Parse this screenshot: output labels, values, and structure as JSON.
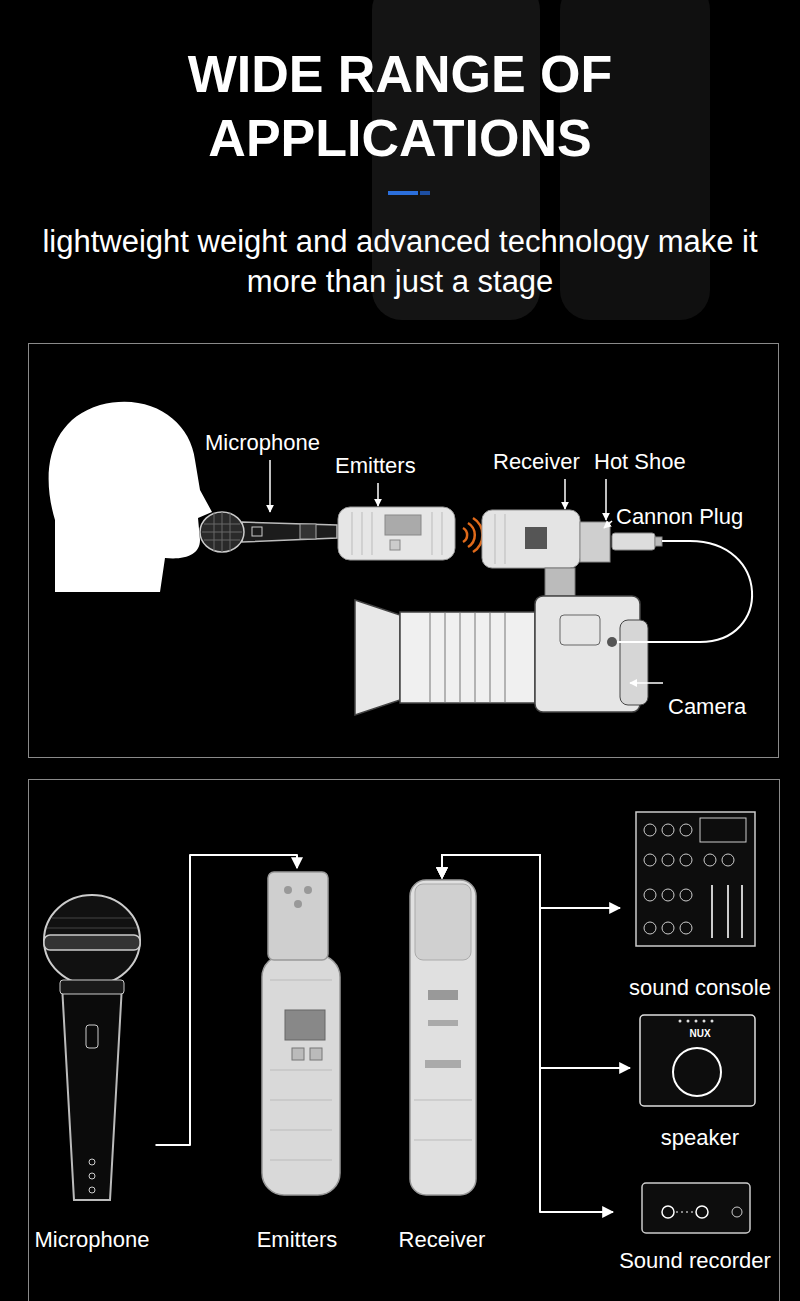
{
  "diagram": {
    "title": "WIDE RANGE OF APPLICATIONS",
    "nodes": [
      {
        "text": [
          "Microphone"
        ]
      },
      {
        "text": [
          "Emitters"
        ]
      },
      {
        "text": [
          "Receiver"
        ]
      },
      {
        "text": [
          "sound console"
        ]
      },
      {
        "text": [
          "NUX",
          "speaker"
        ]
      },
      {
        "text": [
          "Sound recorder"
        ]
      }
    ],
    "edges": [
      {
        "from": 0,
        "to": 1,
        "arrow": "to"
      },
      {
        "from": 2,
        "to": 3,
        "arrow": "both"
      },
      {
        "from": 2,
        "to": 4,
        "arrow": "both"
      },
      {
        "from": 2,
        "to": 5,
        "arrow": "both"
      }
    ],
    "labels": [
      "lightweight weight and advanced technology make it more than just a stage",
      "Microphone",
      "Emitters",
      "Receiver",
      "Hot Shoe",
      "Cannon Plug",
      "Camera"
    ]
  }
}
